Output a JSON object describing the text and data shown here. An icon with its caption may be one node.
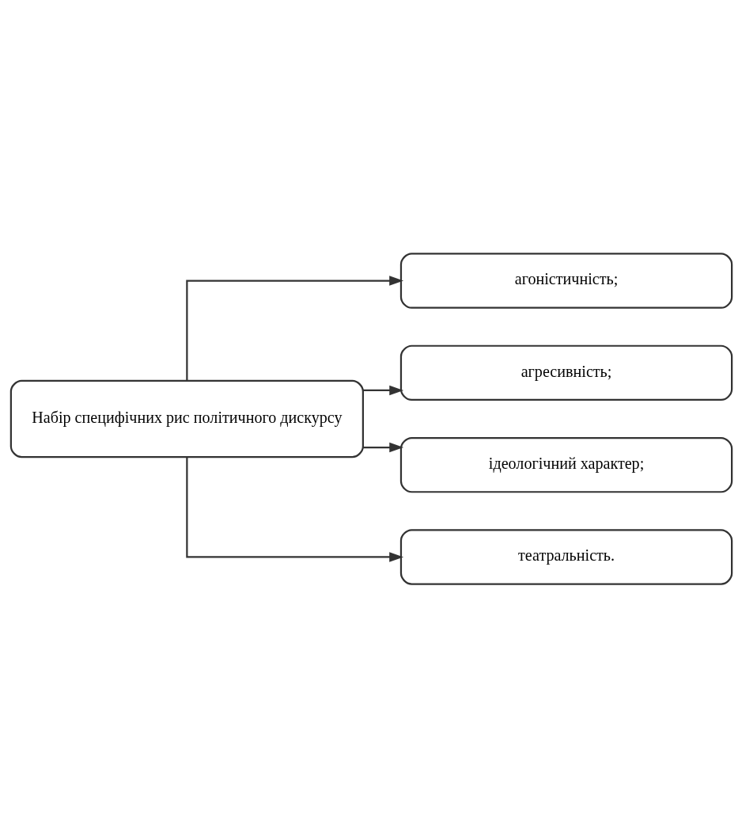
{
  "diagram": {
    "nodes": [
      {
        "text": [
          "Набір специфічних рис політичного дискурсу"
        ]
      },
      {
        "text": [
          "агоністичність;"
        ]
      },
      {
        "text": [
          "агресивність;"
        ]
      },
      {
        "text": [
          "ідеологічний характер;"
        ]
      },
      {
        "text": [
          "театральність."
        ]
      }
    ],
    "edges": [
      {
        "from": 0,
        "to": 1,
        "arrow": "to"
      },
      {
        "from": 0,
        "to": 2,
        "arrow": "to"
      },
      {
        "from": 0,
        "to": 3,
        "arrow": "to"
      },
      {
        "from": 0,
        "to": 4,
        "arrow": "to"
      }
    ]
  }
}
